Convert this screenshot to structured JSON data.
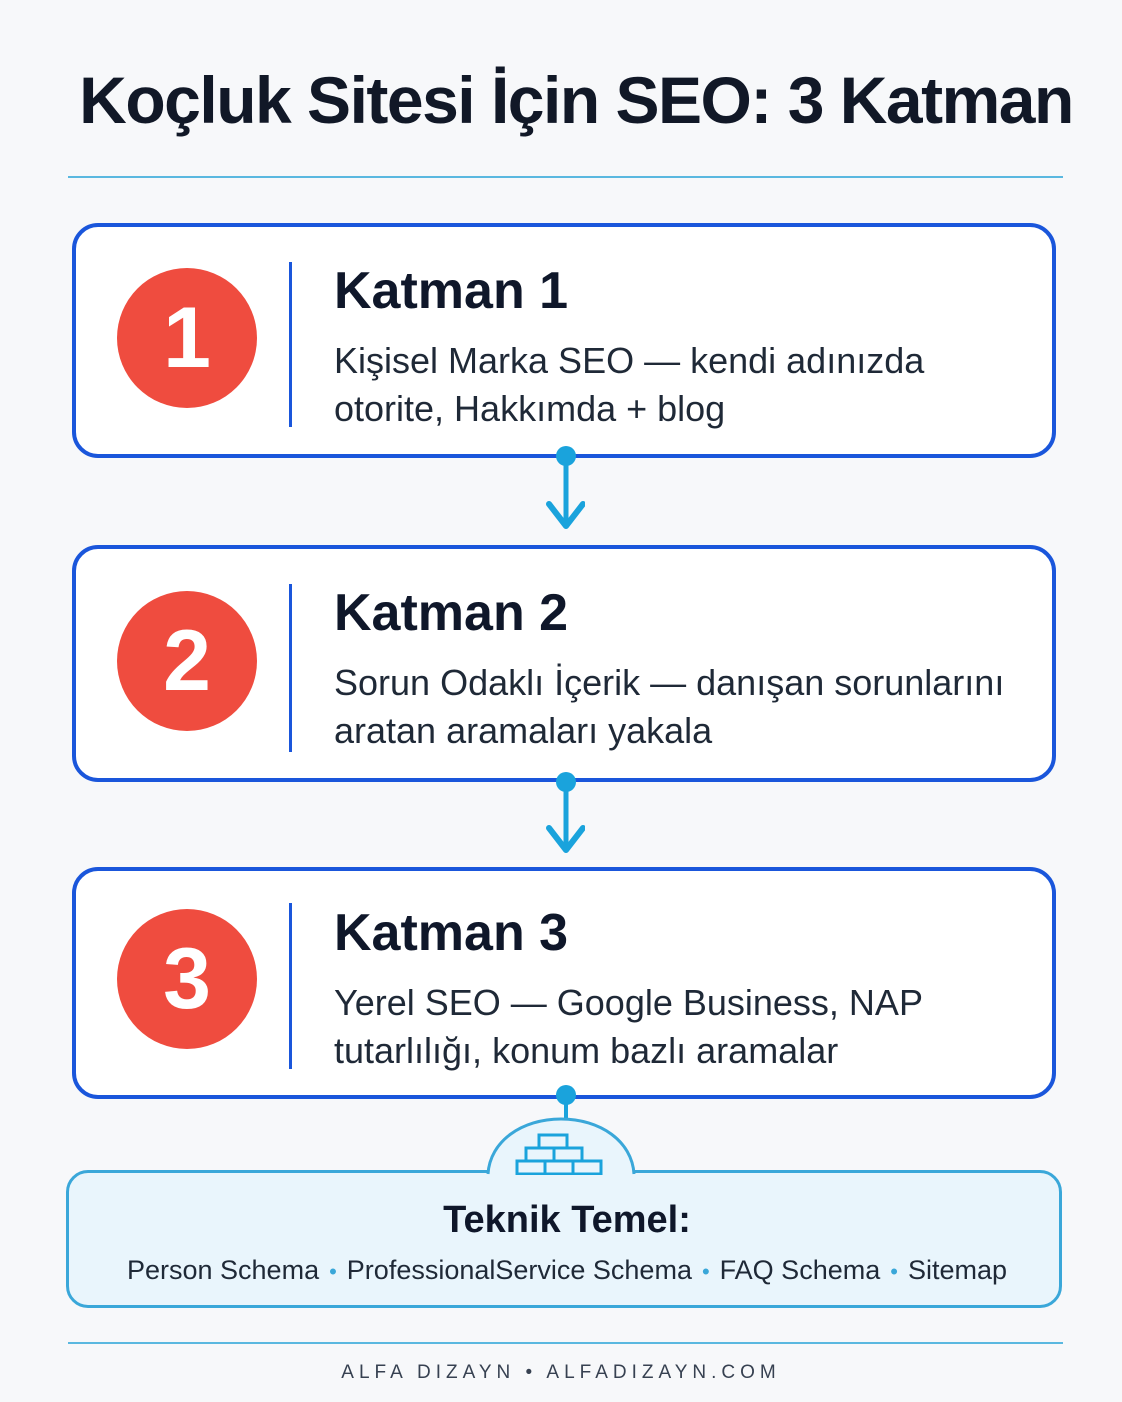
{
  "title": "Koçluk Sitesi İçin SEO: 3 Katman",
  "layers": [
    {
      "number": "1",
      "title": "Katman 1",
      "desc_line1": "Kişisel Marka SEO — kendi adınızda",
      "desc_line2": "otorite, Hakkımda + blog"
    },
    {
      "number": "2",
      "title": "Katman 2",
      "desc_line1": "Sorun Odaklı İçerik — danışan sorunlarını",
      "desc_line2": "aratan aramaları yakala"
    },
    {
      "number": "3",
      "title": "Katman 3",
      "desc_line1": "Yerel SEO — Google Business, NAP",
      "desc_line2": "tutarlılığı, konum bazlı aramalar"
    }
  ],
  "foundation": {
    "title": "Teknik Temel:",
    "items": [
      "Person Schema",
      "ProfessionalService Schema",
      "FAQ Schema",
      "Sitemap"
    ],
    "separator": "•",
    "icon": "brick-wall-icon"
  },
  "footer": "ALFA DIZAYN • ALFADIZAYN.COM",
  "colors": {
    "accent_blue": "#1a56db",
    "number_red": "#ef4c3f",
    "connector_cyan": "#1aa3dc",
    "foundation_fill": "#e9f5fc"
  }
}
